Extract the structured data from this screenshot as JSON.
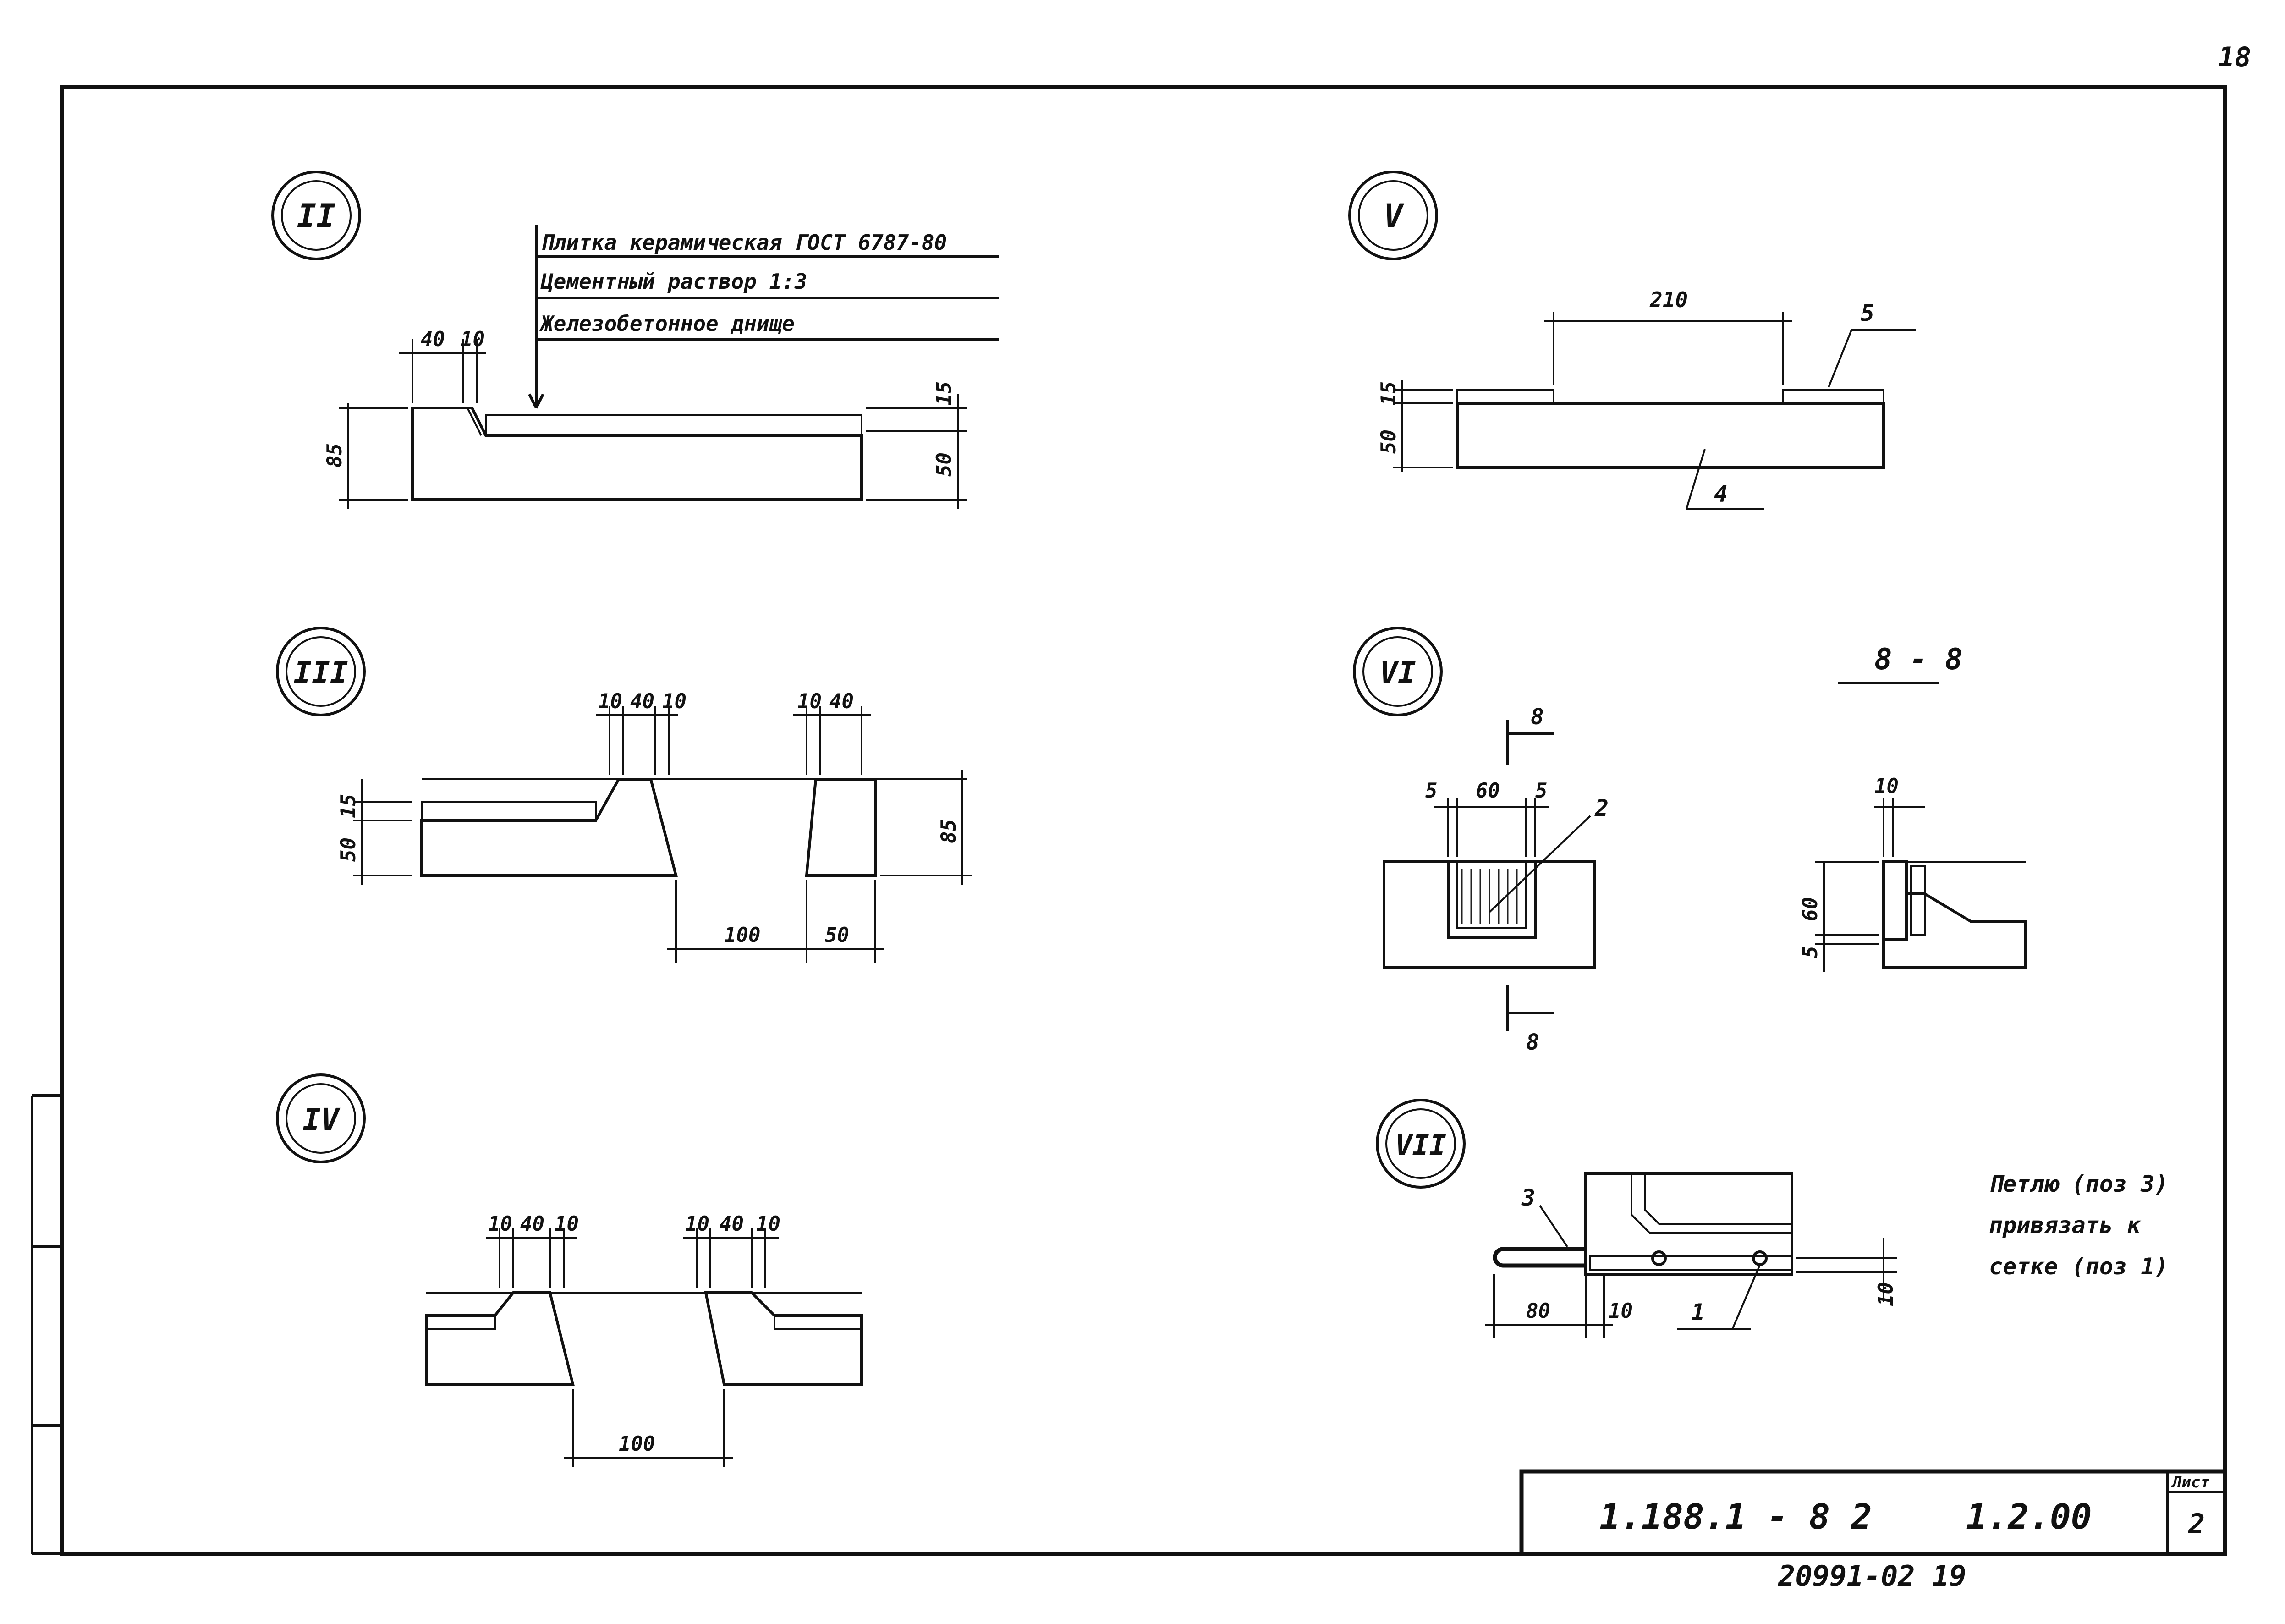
{
  "page_number": "18",
  "footer_note": "20991-02 19",
  "title_block": {
    "designation": "1.188.1 - 8 2",
    "code": "1.2.00",
    "sheet_label": "Лист",
    "sheet_number": "2"
  },
  "details": {
    "II": {
      "marker": "II",
      "layers": [
        "Плитка керамическая ГОСТ 6787-80",
        "Цементный раствор 1:3",
        "Железобетонное днище"
      ],
      "dims": {
        "d40": "40",
        "d10": "10",
        "d85": "85",
        "d15": "15",
        "d50": "50"
      }
    },
    "III": {
      "marker": "III",
      "dims": {
        "a10": "10",
        "a40": "40",
        "a10b": "10",
        "b10": "10",
        "b40": "40",
        "d15": "15",
        "d50": "50",
        "d85": "85",
        "d100": "100",
        "d50b": "50"
      }
    },
    "IV": {
      "marker": "IV",
      "dims": {
        "a10": "10",
        "a40": "40",
        "a10b": "10",
        "b10": "10",
        "b40": "40",
        "b10b": "10",
        "d100": "100"
      }
    },
    "V": {
      "marker": "V",
      "dims": {
        "d210": "210",
        "d15": "15",
        "d50": "50"
      },
      "labels": {
        "p5": "5",
        "p4": "4"
      }
    },
    "VI": {
      "marker": "VI",
      "section_title": "8 - 8",
      "cut_label": "8",
      "dims": {
        "d5": "5",
        "d60": "60",
        "d5b": "5",
        "d10": "10",
        "v60": "60",
        "v5": "5"
      },
      "labels": {
        "p2": "2"
      }
    },
    "VII": {
      "marker": "VII",
      "note": [
        "Петлю (поз 3)",
        "привязать к",
        "сетке (поз 1)"
      ],
      "dims": {
        "d80": "80",
        "d10": "10",
        "v10": "10"
      },
      "labels": {
        "p3": "3",
        "p1": "1"
      }
    }
  }
}
